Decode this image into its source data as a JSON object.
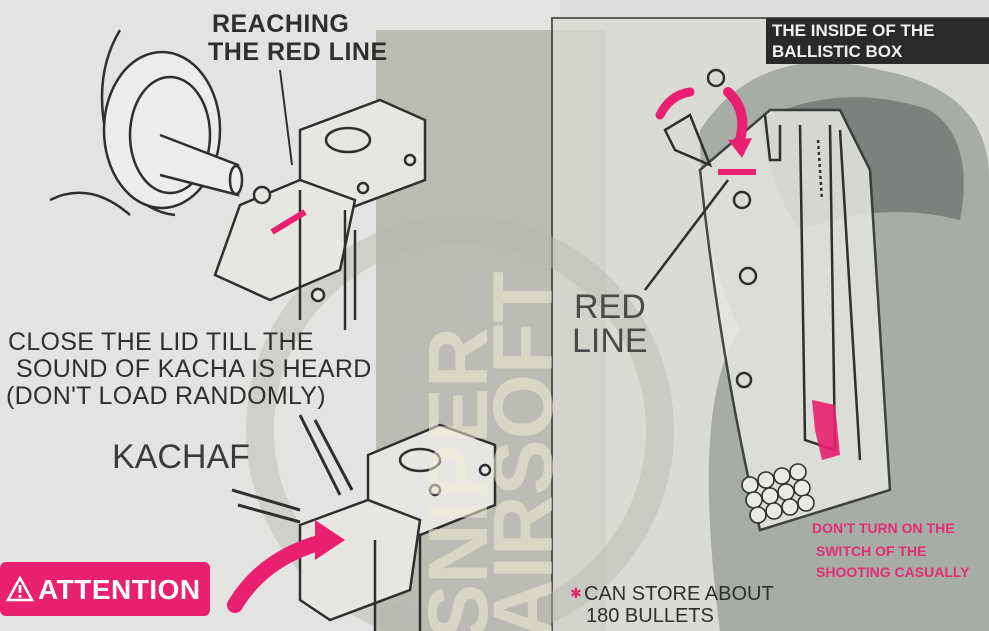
{
  "instructions": {
    "reaching_line1": "REACHING",
    "reaching_line2": "THE RED LINE",
    "close_line1": "CLOSE THE LID TILL THE",
    "close_line2": "SOUND OF KACHA IS HEARD",
    "close_line3": "(DON'T LOAD RANDOMLY)",
    "sound": "KACHAF",
    "red_line1": "RED",
    "red_line2": "LINE"
  },
  "box_title": {
    "line1": "THE INSIDE OF THE",
    "line2": "BALLISTIC BOX"
  },
  "attention": {
    "label": "ATTENTION",
    "icon": "warning-triangle-icon",
    "color": "#e8206f"
  },
  "capacity": {
    "marker": "✱",
    "line1": "CAN STORE ABOUT",
    "line2": "180 BULLETS"
  },
  "warning_note": {
    "line1": "DON'T TURN ON THE",
    "line2": "SWITCH OF THE",
    "line3": "SHOOTING CASUALLY"
  },
  "watermark": {
    "line1": "SNIPER",
    "line2": "AIRSOFT"
  },
  "colors": {
    "accent_pink": "#e8206f",
    "paper": "#dedfdc",
    "ink": "#2f2f2f",
    "panel_tint": "#c9c9b5"
  }
}
